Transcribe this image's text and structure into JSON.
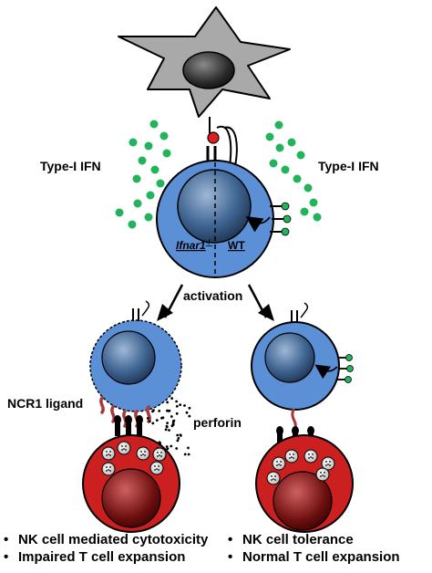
{
  "labels": {
    "ifn_left": "Type-I IFN",
    "ifn_right": "Type-I IFN",
    "ifnar1_ko": "Ifnar1",
    "ifnar1_ko_sup": "-/-",
    "wt": "WT",
    "activation": "activation",
    "ncr1_ligand": "NCR1 ligand",
    "perforin": "perforin"
  },
  "outcomes": {
    "left": [
      "NK cell mediated cytotoxicity",
      "Impaired T cell expansion"
    ],
    "right": [
      "NK cell tolerance",
      "Normal T cell expansion"
    ]
  },
  "colors": {
    "ifn_dot": "#22b35c",
    "t_cell": "#5b8fd6",
    "t_nucleus": "#3a5f8c",
    "dendritic_cell": "#a9a9a9",
    "nk_cell": "#cc1f1f",
    "nk_nucleus": "#7a1010",
    "ligand": "#a63a3a",
    "apc_red": "#e02020"
  },
  "icons": [
    "dendritic-cell-icon",
    "t-cell-icon",
    "nk-cell-icon",
    "ifnar-receptor-icon",
    "perforin-granule-icon"
  ]
}
